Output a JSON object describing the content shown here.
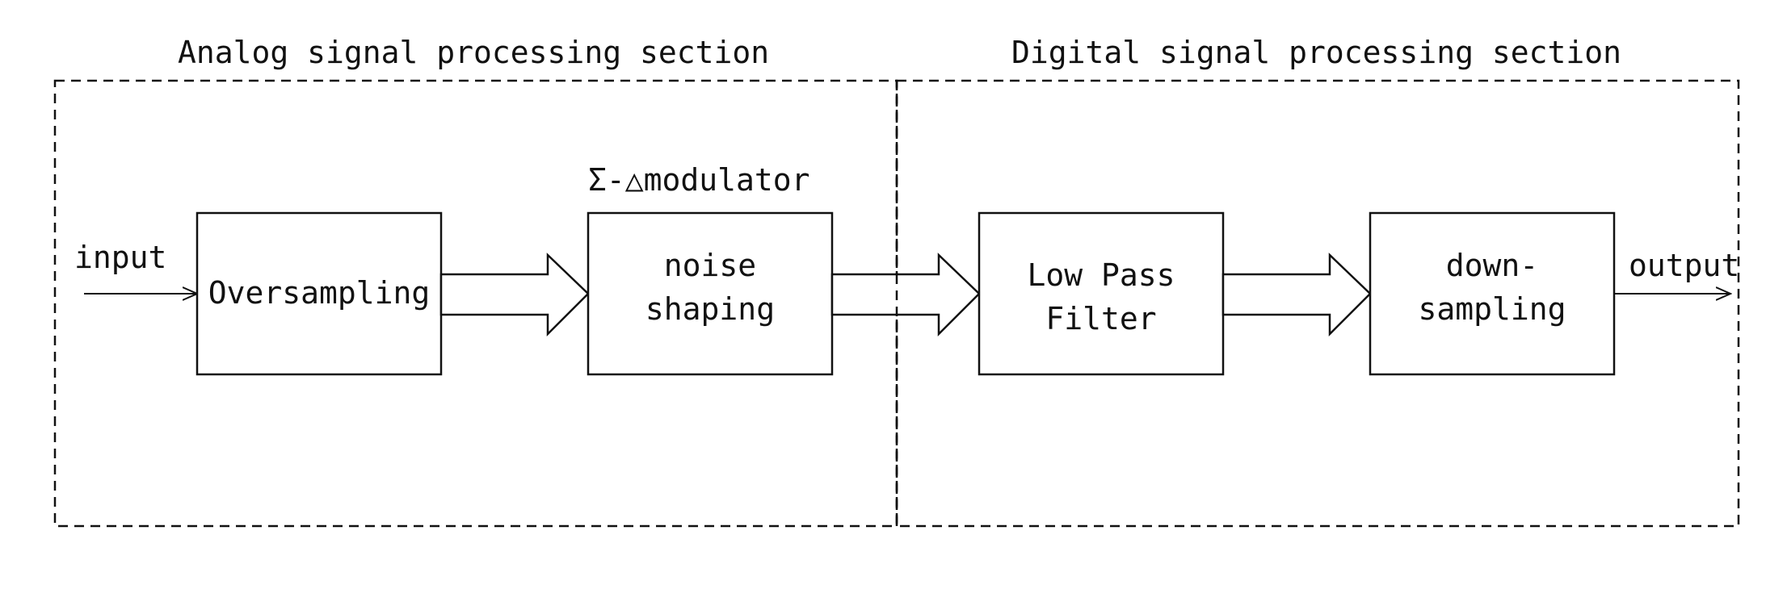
{
  "sections": {
    "analog": "Analog signal processing section",
    "digital": "Digital signal processing section"
  },
  "modulator_label": "Σ-△modulator",
  "blocks": {
    "oversampling": "Oversampling",
    "noise_line1": "noise",
    "noise_line2": "shaping",
    "lpf_line1": "Low Pass",
    "lpf_line2": "Filter",
    "down_line1": "down-",
    "down_line2": "sampling"
  },
  "io": {
    "input": "input",
    "output": "output"
  },
  "colors": {
    "stroke": "#111111",
    "background": "#ffffff"
  }
}
